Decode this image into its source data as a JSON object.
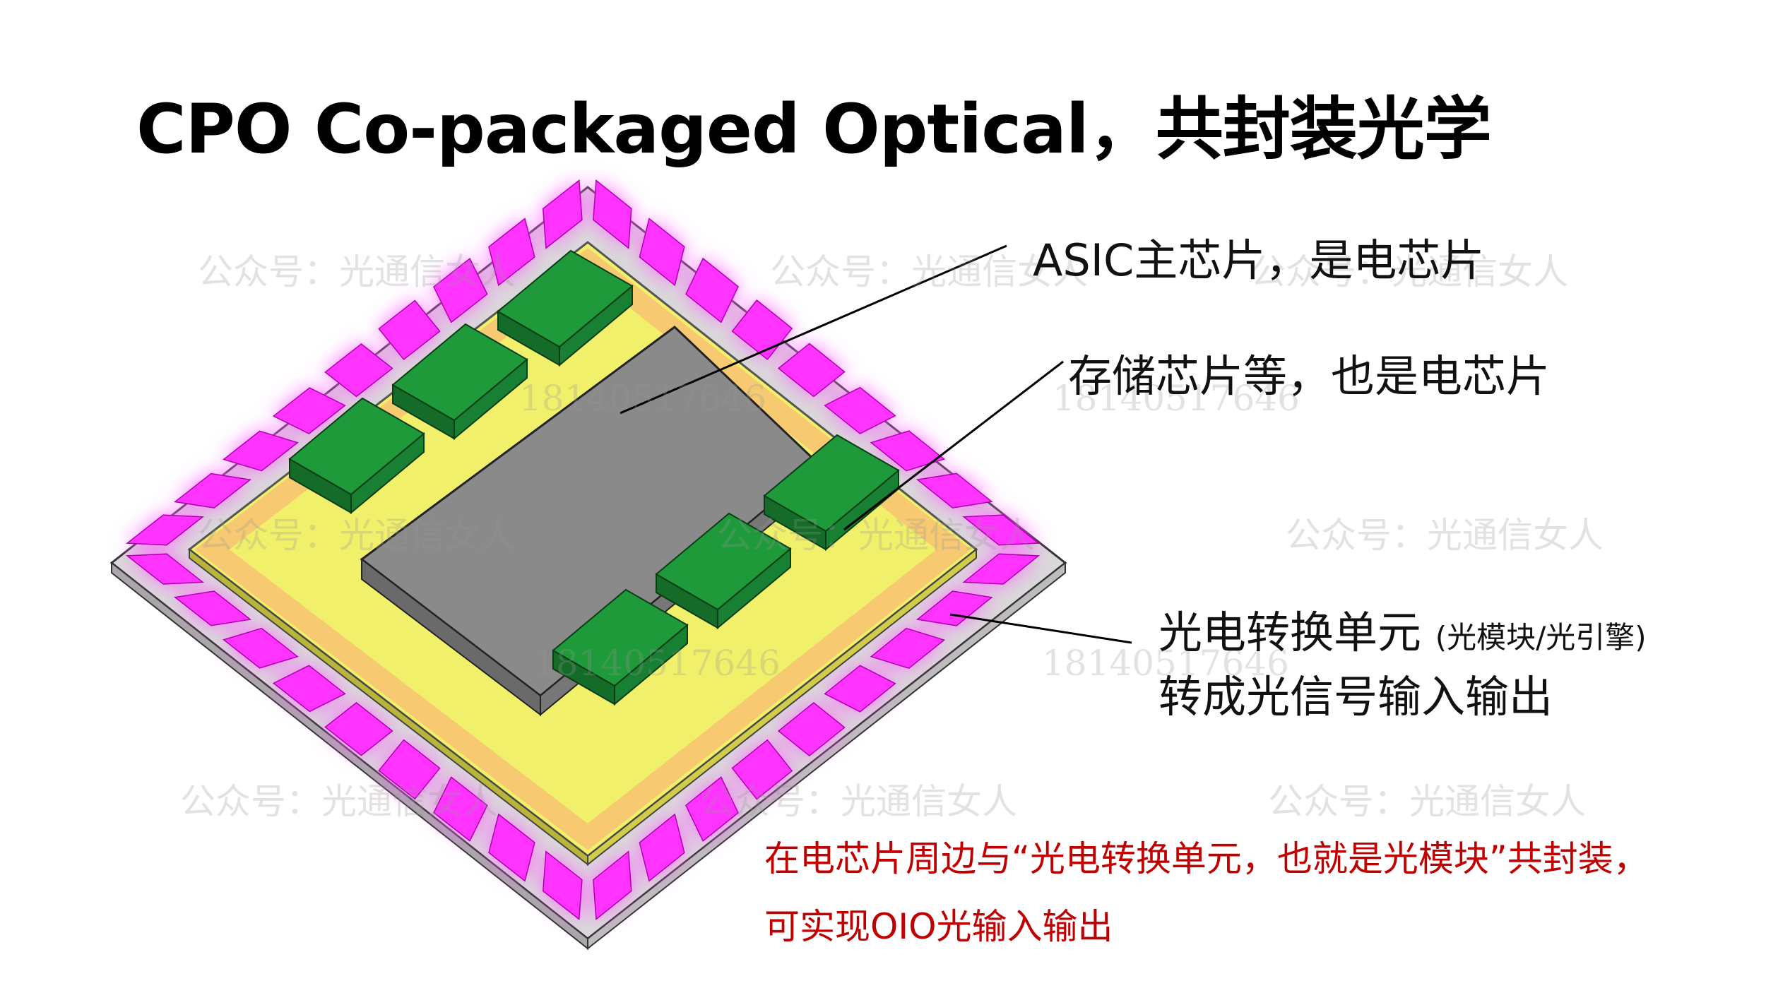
{
  "title": "CPO Co-packaged Optical，共封装光学",
  "labels": {
    "asic": "ASIC主芯片，是电芯片",
    "memory": "存储芯片等，也是电芯片",
    "oe_line1": "光电转换单元",
    "oe_paren": "(光模块/光引擎)",
    "oe_line2": "转成光信号输入输出"
  },
  "note": {
    "line1": "在电芯片周边与“光电转换单元，也就是光模块”共封装，",
    "line2": "可实现OIO光输入输出"
  },
  "watermarks": {
    "account": "公众号：光通信女人",
    "phone": "18140517646"
  },
  "colors": {
    "substrate": "#d8d8d8",
    "interposer": "#f2f06a",
    "asic": "#8c8c8c",
    "module": "#1f9a3a",
    "pad": "#ff33ff",
    "glow": "#ff66ff",
    "note_text": "#c00000"
  }
}
